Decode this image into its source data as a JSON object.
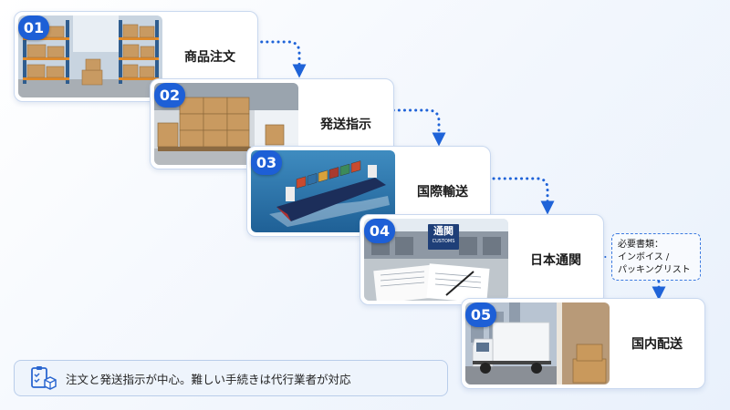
{
  "steps": [
    {
      "number": "01",
      "label": "商品注文",
      "photo": "warehouse-shelves"
    },
    {
      "number": "02",
      "label": "発送指示",
      "photo": "pallet-boxes"
    },
    {
      "number": "03",
      "label": "国際輸送",
      "photo": "container-ship"
    },
    {
      "number": "04",
      "label": "日本通関",
      "photo": "customs-office"
    },
    {
      "number": "05",
      "label": "国内配送",
      "photo": "delivery-truck"
    }
  ],
  "customs_sign": {
    "kanji": "通関",
    "latin": "CUSTOMS"
  },
  "note": {
    "lines": [
      "必要書類：",
      "インボイス /",
      "パッキングリスト"
    ]
  },
  "footer": {
    "icon": "checklist-box-icon",
    "text": "注文と発送指示が中心。難しい手続きは代行業者が対応"
  },
  "colors": {
    "accent": "#1d5fd6",
    "connector": "#1f63d8",
    "card_border": "#c9d8ef"
  }
}
